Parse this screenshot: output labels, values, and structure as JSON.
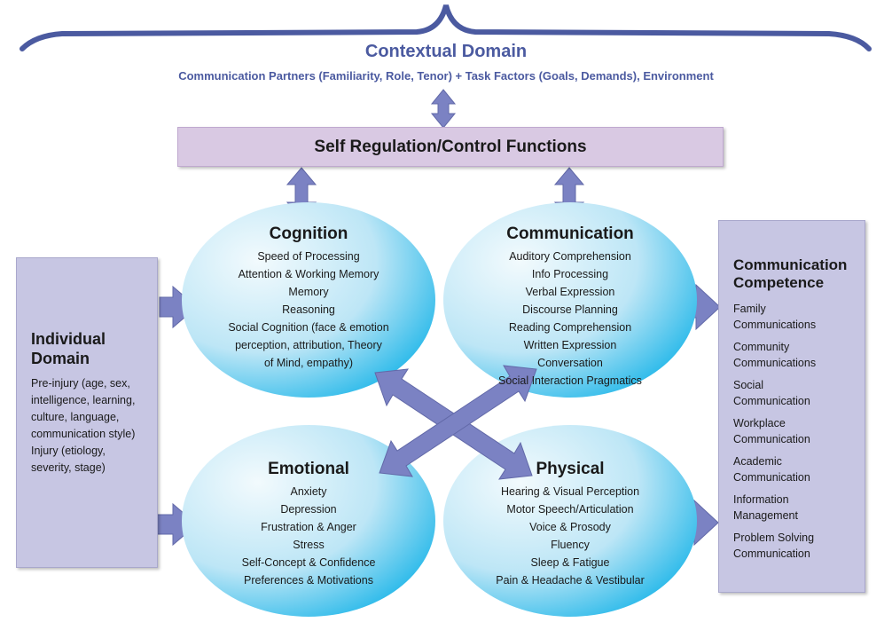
{
  "contextual": {
    "title": "Contextual Domain",
    "subtitle": "Communication Partners (Familiarity, Role, Tenor) + Task Factors (Goals, Demands), Environment"
  },
  "self_regulation": {
    "label": "Self Regulation/Control Functions"
  },
  "cognition": {
    "title": "Cognition",
    "items": [
      "Speed of Processing",
      "Attention & Working Memory",
      "Memory",
      "Reasoning",
      "Social Cognition (face & emotion",
      "perception, attribution, Theory",
      "of Mind, empathy)"
    ]
  },
  "communication": {
    "title": "Communication",
    "items": [
      "Auditory Comprehension",
      "Info Processing",
      "Verbal Expression",
      "Discourse Planning",
      "Reading Comprehension",
      "Written Expression",
      "Conversation",
      "Social Interaction Pragmatics"
    ]
  },
  "emotional": {
    "title": "Emotional",
    "items": [
      "Anxiety",
      "Depression",
      "Frustration & Anger",
      "Stress",
      "Self-Concept & Confidence",
      "Preferences & Motivations"
    ]
  },
  "physical": {
    "title": "Physical",
    "items": [
      "Hearing & Visual Perception",
      "Motor Speech/Articulation",
      "Voice & Prosody",
      "Fluency",
      "Sleep & Fatigue",
      "Pain & Headache & Vestibular"
    ]
  },
  "individual": {
    "title_line1": "Individual",
    "title_line2": "Domain",
    "lines": [
      "Pre-injury (age, sex,",
      "intelligence, learning,",
      "culture, language,",
      "communication style)",
      "Injury (etiology,",
      "severity, stage)"
    ]
  },
  "competence": {
    "title_line1": "Communication",
    "title_line2": "Competence",
    "items": [
      [
        "Family",
        "Communications"
      ],
      [
        "Community",
        "Communications"
      ],
      [
        "Social",
        "Communication"
      ],
      [
        "Workplace",
        "Communication"
      ],
      [
        "Academic",
        "Communication"
      ],
      [
        "Information",
        "Management"
      ],
      [
        "Problem Solving",
        "Communication"
      ]
    ]
  },
  "colors": {
    "heading_blue": "#4b5aa0",
    "arrow": "#7b82c3",
    "circle_light": "#e3f4fb",
    "circle_dark": "#14b3e8",
    "box_purple": "#c7c6e3",
    "selfreg_purple": "#d9c9e3"
  }
}
